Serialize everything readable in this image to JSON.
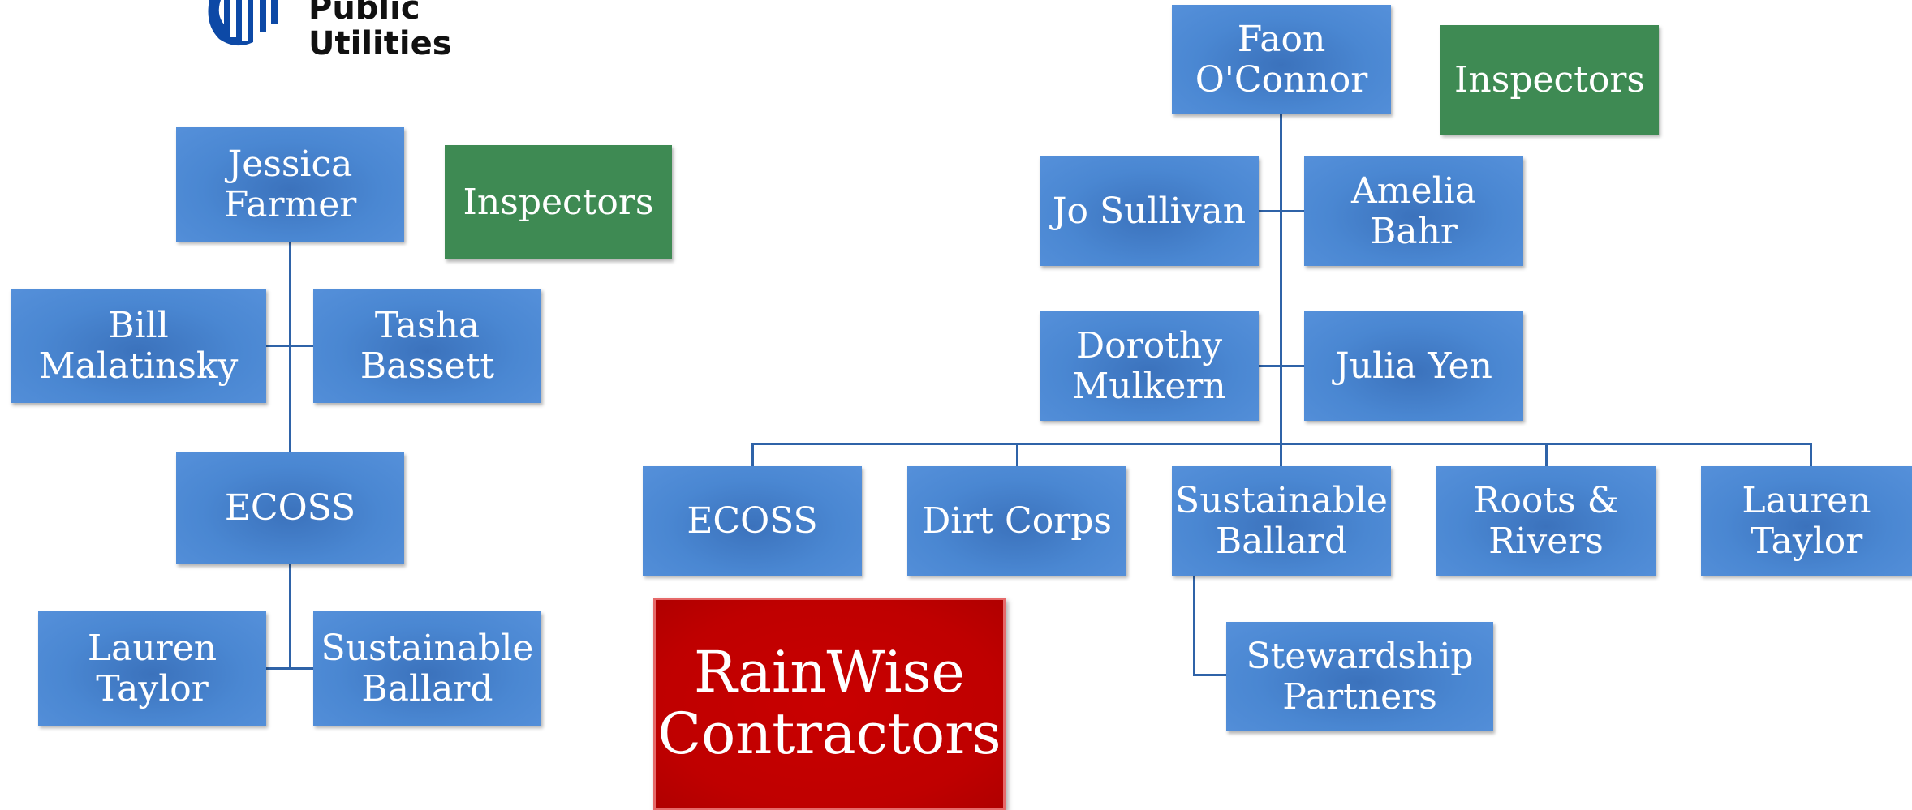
{
  "logo": {
    "line1": "Public",
    "line2": "Utilities",
    "brand_color": "#0d49a6"
  },
  "left_chart": {
    "root": "Jessica Farmer",
    "inspectors": "Inspectors",
    "staff": [
      "Bill Malatinsky",
      "Tasha Bassett"
    ],
    "mid": "ECOSS",
    "partners": [
      "Lauren Taylor",
      "Sustainable Ballard"
    ]
  },
  "right_chart": {
    "root": "Faon O'Connor",
    "inspectors": "Inspectors",
    "staff_row1": [
      "Jo Sullivan",
      "Amelia Bahr"
    ],
    "staff_row2": [
      "Dorothy Mulkern",
      "Julia Yen"
    ],
    "partners": [
      "ECOSS",
      "Dirt Corps",
      "Sustainable Ballard",
      "Roots & Rivers",
      "Lauren Taylor"
    ],
    "sub_partner": "Stewardship Partners"
  },
  "contractors": "RainWise Contractors",
  "colors": {
    "box_blue": "#4a87d2",
    "inspector_green": "#3e8a53",
    "contractor_red": "#c00000",
    "line": "#2f63a8"
  }
}
